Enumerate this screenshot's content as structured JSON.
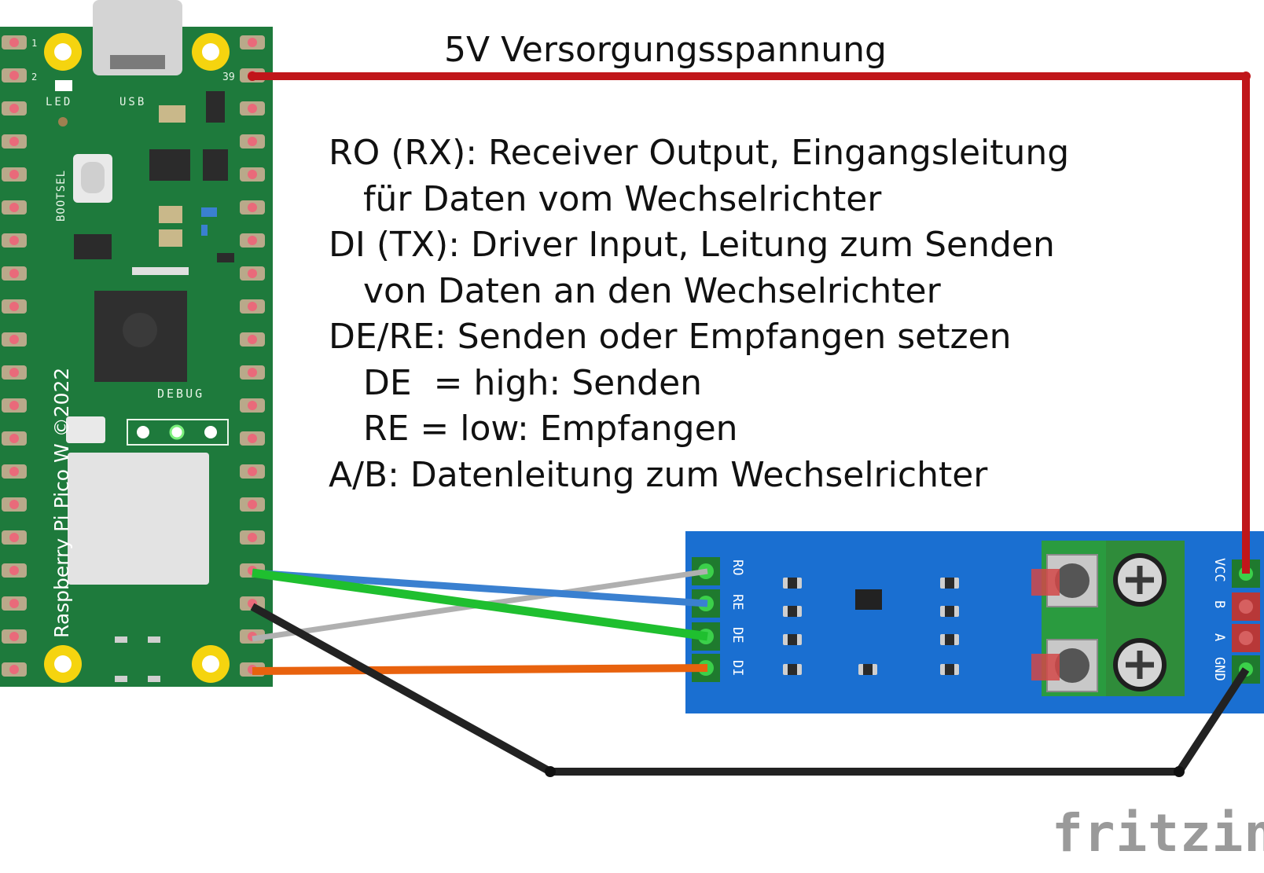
{
  "caption": "5V Versorgungsspannung",
  "legend": [
    "RO (RX): Receiver Output, Eingangsleitung",
    "für Daten vom Wechselrichter",
    "DI (TX): Driver Input, Leitung zum Senden",
    "von Daten an den Wechselrichter",
    "DE/RE: Senden oder Empfangen setzen",
    "DE  = high: Senden",
    "RE = low: Empfangen",
    "A/B: Datenleitung zum Wechselrichter"
  ],
  "pico": {
    "label": "Raspberry Pi Pico W ©2022",
    "led": "LED",
    "usb": "USB",
    "bootsel": "BOOTSEL",
    "debug": "DEBUG",
    "pin1": "1",
    "pin2": "2",
    "pin39": "39",
    "board_color": "#1e7a3c"
  },
  "module": {
    "left_pins": [
      "RO",
      "RE",
      "DE",
      "DI"
    ],
    "right_pins": [
      "VCC",
      "B",
      "A",
      "GND"
    ],
    "board_color": "#1a6fd1"
  },
  "wires": {
    "vcc": "#c0161a",
    "ro": "#b0b0b0",
    "re": "#3a80d0",
    "de": "#1fbf2f",
    "di": "#e8620e",
    "gnd": "#222222"
  },
  "watermark": "fritzing"
}
